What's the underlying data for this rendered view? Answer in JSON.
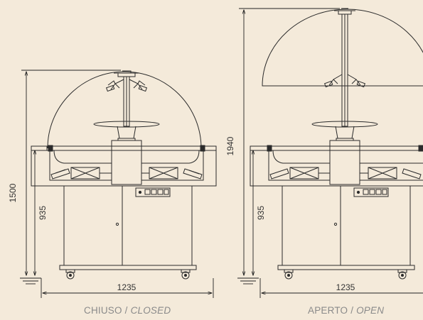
{
  "views": [
    {
      "id": "closed",
      "caption_it": "CHIUSO",
      "caption_sep": "/",
      "caption_en": "CLOSED",
      "dim_total_height": "1500",
      "dim_counter_height": "935",
      "dim_width": "1235"
    },
    {
      "id": "open",
      "caption_it": "APERTO",
      "caption_sep": "/",
      "caption_en": "OPEN",
      "dim_total_height": "1940",
      "dim_counter_height": "935",
      "dim_width": "1235"
    }
  ],
  "colors": {
    "background": "#f4eada",
    "line": "#2b2b2b",
    "caption": "#8a8a8a"
  }
}
